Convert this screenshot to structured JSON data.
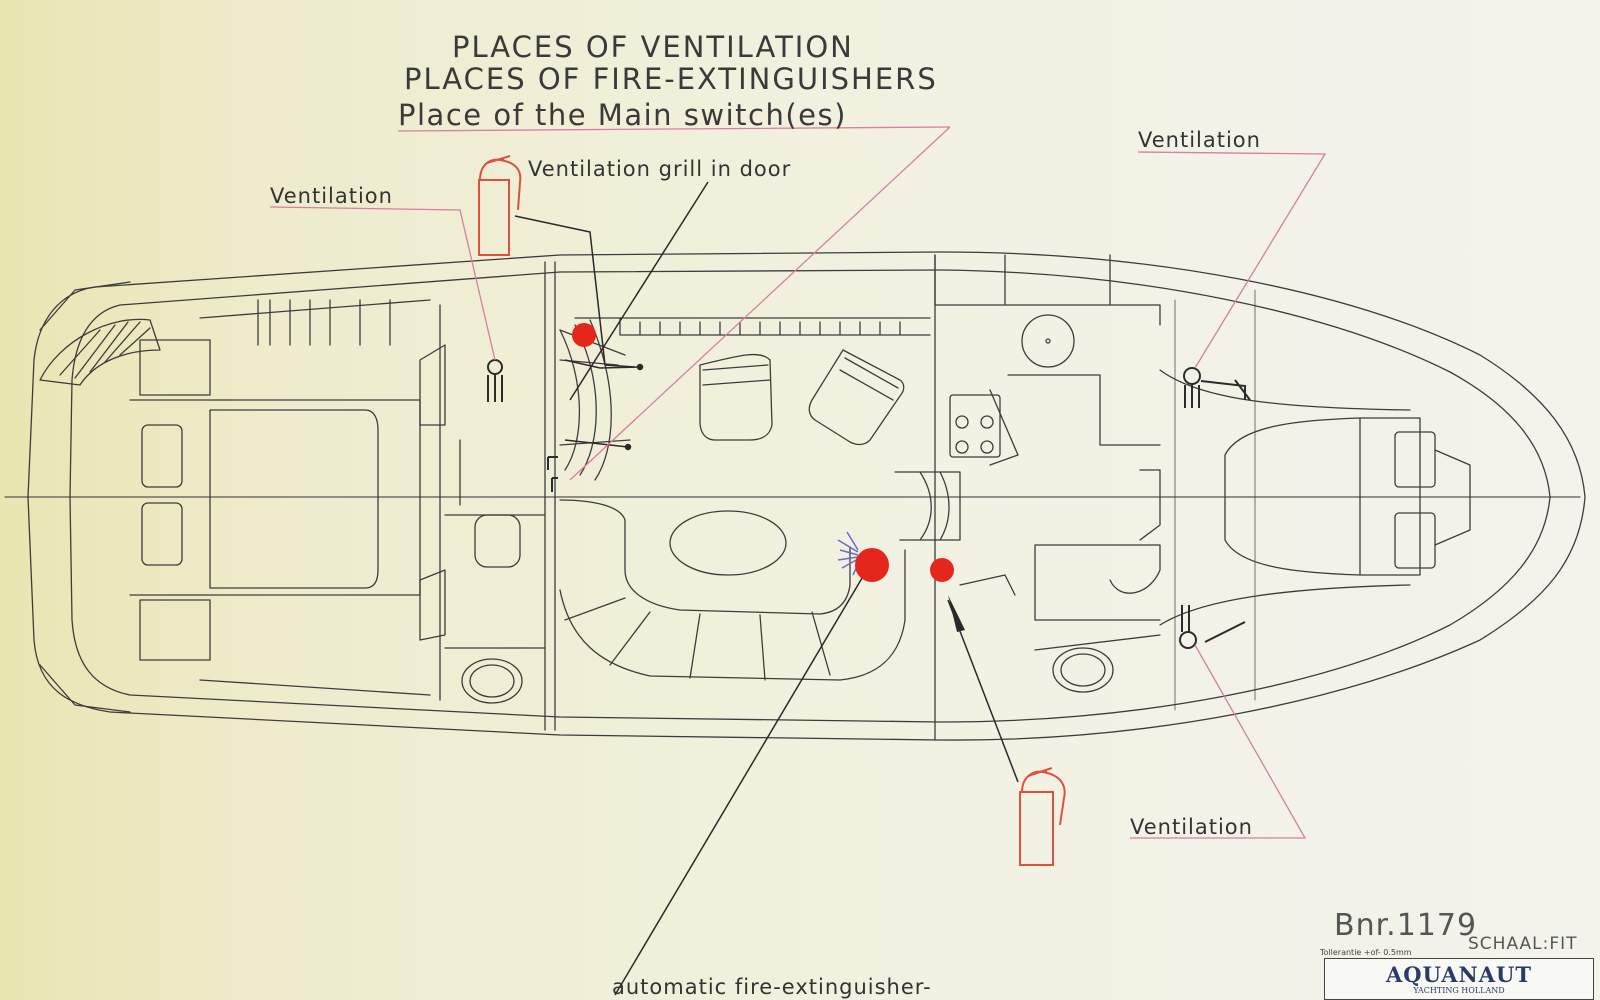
{
  "title": {
    "line1": "PLACES OF VENTILATION",
    "line2": "PLACES OF FIRE-EXTINGUISHERS",
    "line3": "Place of the Main switch(es)"
  },
  "labels": {
    "ventilation_aft": "Ventilation",
    "ventilation_fwd_top": "Ventilation",
    "ventilation_fwd_bottom": "Ventilation",
    "grill": "Ventilation grill in door",
    "auto_extinguisher": "automatic fire-extinguisher-"
  },
  "title_block": {
    "number": "Bnr.1179",
    "tolerance": "Tollerantie +of- 0.5mm",
    "scale": "SCHAAL:FIT",
    "brand": "AQUANAUT",
    "subtitle": "YACHTING HOLLAND"
  },
  "colors": {
    "ink": "#3a3a3a",
    "leader_pink": "#d77fa0",
    "marker_red": "#e4261b",
    "extinguisher_red": "#e0503c",
    "brand_blue": "#2a3a6a"
  }
}
